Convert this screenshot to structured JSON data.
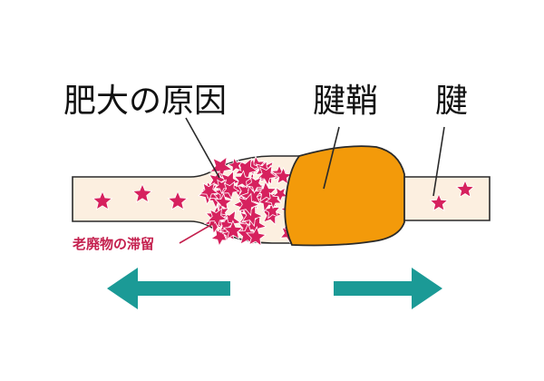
{
  "labels": {
    "hypertrophy_cause": "肥大の原因",
    "tendon_sheath": "腱鞘",
    "tendon": "腱",
    "waste_retention": "老廃物の滞留"
  },
  "colors": {
    "tendon_fill": "#fcefe0",
    "outline": "#2a2a2a",
    "sheath_fill": "#f39a0a",
    "star": "#d6215e",
    "arrow": "#1b9a96",
    "annotation_text": "#c4204e"
  },
  "icons": {
    "left_arrow": "arrow-left-icon",
    "right_arrow": "arrow-right-icon",
    "waste_marker": "star-icon"
  }
}
